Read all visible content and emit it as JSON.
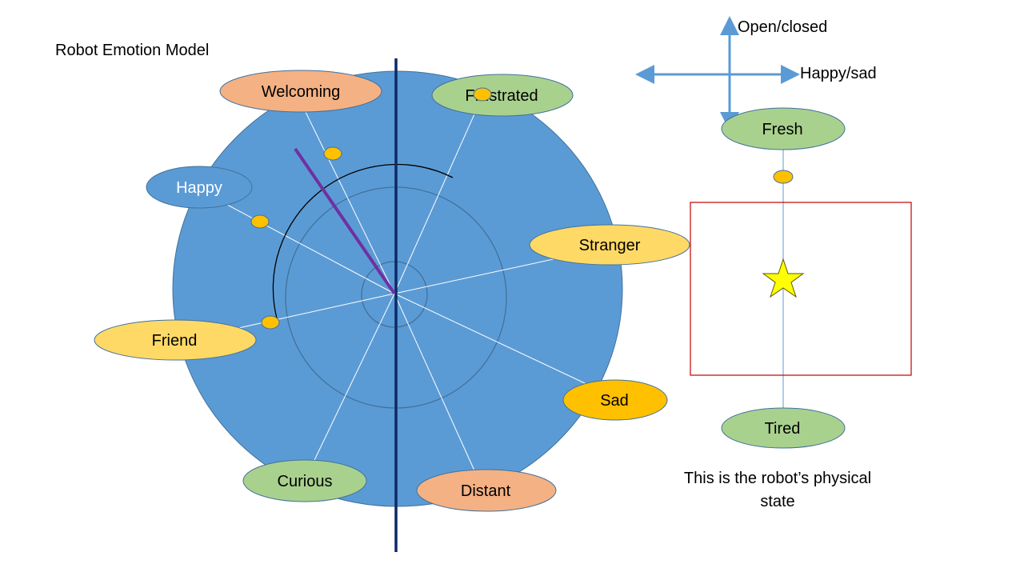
{
  "title": "Robot Emotion Model",
  "axes": {
    "vertical_label": "Open/closed",
    "horizontal_label": "Happy/sad"
  },
  "emotions": {
    "welcoming": "Welcoming",
    "frustrated": "Frustrated",
    "happy": "Happy",
    "stranger": "Stranger",
    "friend": "Friend",
    "sad": "Sad",
    "curious": "Curious",
    "distant": "Distant"
  },
  "physical_state": {
    "top_label": "Fresh",
    "bottom_label": "Tired",
    "caption_line1": "This is the robot’s physical",
    "caption_line2": "state"
  },
  "colors": {
    "main_circle": "#5b9bd5",
    "axis_line": "#0b2a66",
    "ellipse_green": "#a9d18e",
    "ellipse_orange": "#f4b183",
    "ellipse_yellow": "#ffd966",
    "ellipse_gold": "#ffc000",
    "ellipse_blue": "#5b9bd5",
    "marker": "#ffc000",
    "pointer": "#7030a0",
    "state_box": "#c00000",
    "star": "#ffff00",
    "arrow": "#5b9bd5"
  }
}
